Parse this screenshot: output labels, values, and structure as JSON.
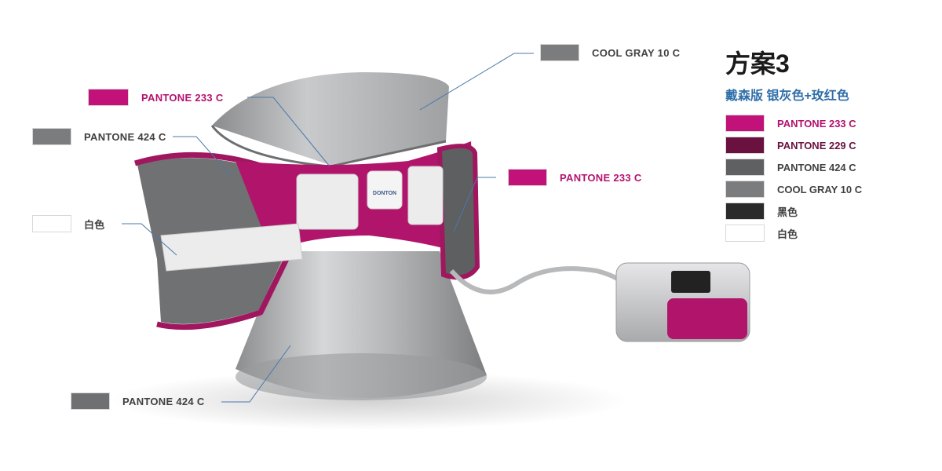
{
  "title": "方案3",
  "subtitle": "戴森版 银灰色+玫红色",
  "legend": [
    {
      "label": "PANTONE 233 C",
      "color": "#c2127a"
    },
    {
      "label": "PANTONE 229 C",
      "color": "#6a1140"
    },
    {
      "label": "PANTONE 424 C",
      "color": "#5f6062"
    },
    {
      "label": "COOL GRAY 10 C",
      "color": "#7b7c7e"
    },
    {
      "label": "黑色",
      "color": "#2a2a2a"
    },
    {
      "label": "白色",
      "color": "#ffffff"
    }
  ],
  "callouts": {
    "top": {
      "label": "COOL GRAY 10 C",
      "color": "#7b7c7e"
    },
    "left_pink": {
      "label": "PANTONE 233 C",
      "color": "#c2127a"
    },
    "left_gray": {
      "label": "PANTONE 424 C",
      "color": "#7b7c7e"
    },
    "left_white": {
      "label": "白色",
      "color": "#ffffff"
    },
    "right_pink": {
      "label": "PANTONE 233 C",
      "color": "#c2127a"
    },
    "bottom_gray": {
      "label": "PANTONE 424 C",
      "color": "#6f7072"
    }
  },
  "product": {
    "logo_text": "DONTON"
  }
}
